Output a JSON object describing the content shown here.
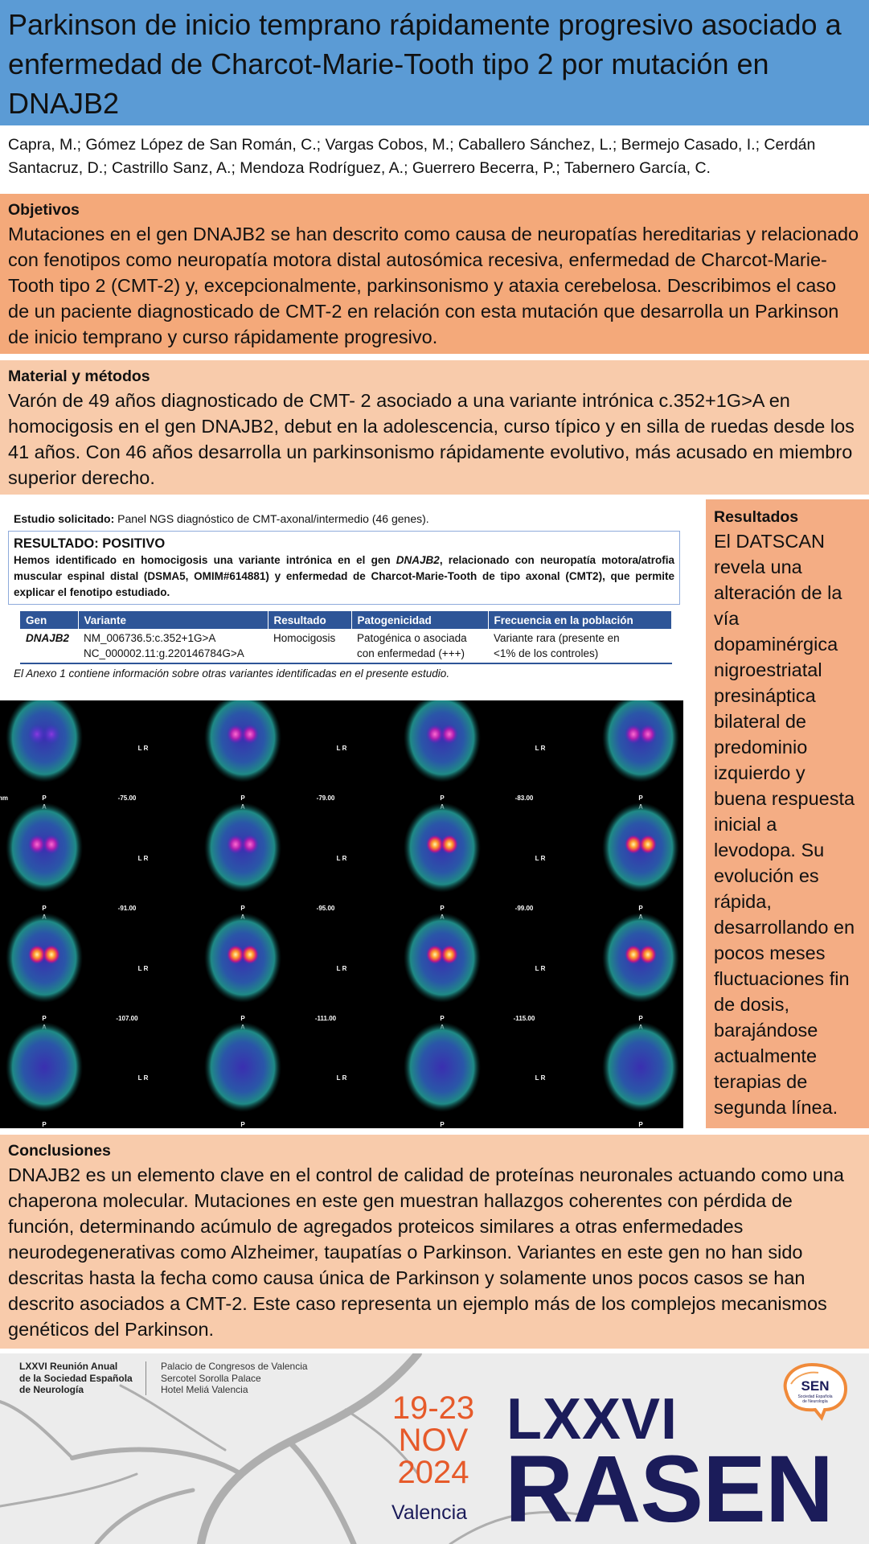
{
  "title": "Parkinson de inicio temprano rápidamente progresivo asociado a enfermedad de Charcot-Marie-Tooth tipo 2 por mutación en DNAJB2",
  "authors": "Capra, M.; Gómez López de San Román, C.; Vargas Cobos, M.; Caballero Sánchez, L.; Bermejo Casado, I.; Cerdán Santacruz, D.; Castrillo Sanz, A.; Mendoza Rodríguez, A.; Guerrero Becerra, P.; Tabernero García, C.",
  "objetivos": {
    "heading": "Objetivos",
    "text": "Mutaciones en el gen DNAJB2 se han descrito como causa de neuropatías hereditarias y relacionado con fenotipos como neuropatía motora distal autosómica recesiva, enfermedad de Charcot-Marie-Tooth tipo 2 (CMT-2) y, excepcionalmente, parkinsonismo y ataxia cerebelosa. Describimos el caso de un paciente diagnosticado de CMT-2 en relación con esta mutación que desarrolla un Parkinson de inicio temprano y curso rápidamente progresivo."
  },
  "material": {
    "heading": "Material y métodos",
    "text": "Varón de 49 años diagnosticado de CMT- 2 asociado a una variante intrónica c.352+1G>A en homocigosis en el gen DNAJB2, debut en la adolescencia, curso típico y en silla de ruedas desde los 41 años. Con 46 años desarrolla un parkinsonismo rápidamente evolutivo, más acusado en miembro superior derecho."
  },
  "report": {
    "study_label": "Estudio solicitado:",
    "study_value": "Panel NGS diagnóstico de CMT-axonal/intermedio (46 genes).",
    "result_title": "RESULTADO: POSITIVO",
    "result_text_1": "Hemos identificado en homocigosis una variante intrónica en el gen ",
    "result_gene": "DNAJB2",
    "result_text_2": ", relacionado con neuropatía motora/atrofia muscular espinal distal (DSMA5, OMIM#614881) y enfermedad de Charcot-Marie-Tooth de tipo axonal (CMT2), que permite explicar el fenotipo estudiado.",
    "columns": [
      "Gen",
      "Variante",
      "Resultado",
      "Patogenicidad",
      "Frecuencia en la población"
    ],
    "row": {
      "gen": "DNAJB2",
      "variante_1": "NM_006736.5:c.352+1G>A",
      "variante_2": "NC_000002.11:g.220146784G>A",
      "resultado": "Homocigosis",
      "patogenicidad_1": "Patogénica o asociada",
      "patogenicidad_2": "con enfermedad (+++)",
      "frecuencia_1": "Variante rara (presente en",
      "frecuencia_2": "<1% de los controles)"
    },
    "annex": "El Anexo 1 contiene información sobre otras variantes identificadas en el presente estudio."
  },
  "scan": {
    "orientation_lr": "L R",
    "orientation_p": "P",
    "orientation_a": "A",
    "edge_label": "nm",
    "slice_labels": [
      "-75.00",
      "-79.00",
      "-83.00",
      "-91.00",
      "-95.00",
      "-99.00",
      "-107.00",
      "-111.00",
      "-115.00"
    ]
  },
  "resultados": {
    "heading": "Resultados",
    "text": "El DATSCAN revela una alteración de la vía dopaminérgica nigroestriatal presináptica bilateral de predominio izquierdo y buena respuesta inicial a levodopa. Su evolución es rápida, desarrollando en pocos meses fluctuaciones fin de dosis, barajándose actualmente terapias de segunda línea."
  },
  "conclusiones": {
    "heading": "Conclusiones",
    "text": "DNAJB2 es un elemento clave en el control de calidad de proteínas neuronales actuando como una chaperona molecular. Mutaciones en este gen muestran hallazgos coherentes con pérdida de función, determinando acúmulo de agregados proteicos similares a otras enfermedades neurodegenerativas como Alzheimer, taupatías o Parkinson. Variantes en este gen no han sido descritas hasta la fecha como causa única de Parkinson y solamente unos pocos casos se han descrito asociados a CMT-2. Este caso representa un ejemplo más de los complejos mecanismos genéticos del Parkinson."
  },
  "footer": {
    "meeting_1": "LXXVI Reunión Anual",
    "meeting_2": "de la Sociedad Española",
    "meeting_3": "de Neurología",
    "venue_1": "Palacio de Congresos de Valencia",
    "venue_2": "Sercotel Sorolla Palace",
    "venue_3": "Hotel Meliá Valencia",
    "dates_1": "19-23",
    "dates_2": "NOV",
    "dates_3": "2024",
    "city": "Valencia",
    "edition": "LXXVI",
    "event": "RASEN",
    "logo_text": "SEN",
    "logo_sub_1": "Sociedad Española",
    "logo_sub_2": "de Neurología",
    "brand_navy": "#1b1c5a",
    "brand_orange": "#e65a2a"
  }
}
